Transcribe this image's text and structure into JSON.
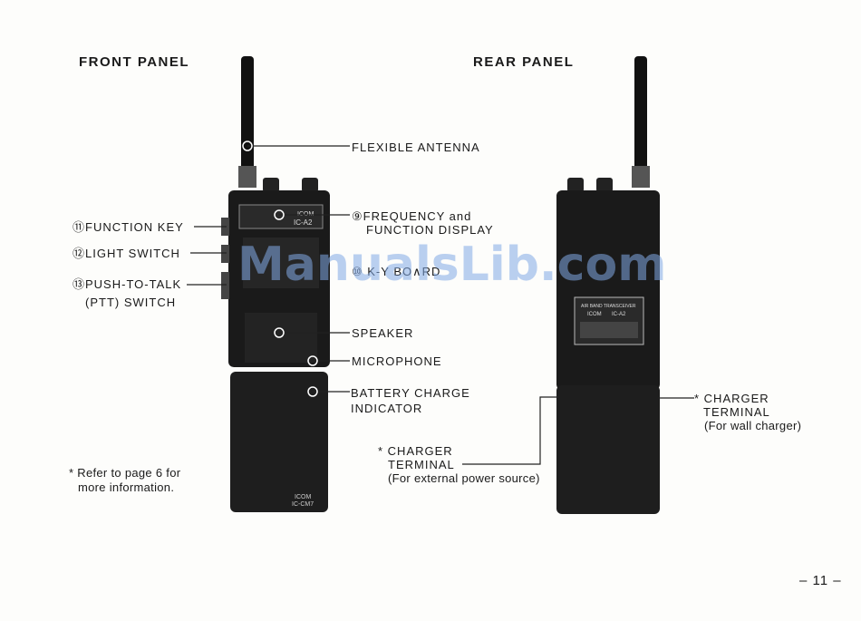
{
  "headers": {
    "front": "FRONT PANEL",
    "rear": "REAR PANEL"
  },
  "labels": {
    "antenna": "FLEXIBLE ANTENNA",
    "freq_line1": "⑨FREQUENCY and",
    "freq_line2": "FUNCTION DISPLAY",
    "keyboard": "⑩ K-Y BO∧RD",
    "function_key": "⑪FUNCTION KEY",
    "light_switch": "⑫LIGHT SWITCH",
    "ptt_line1": "⑬PUSH-TO-TALK",
    "ptt_line2": "(PTT) SWITCH",
    "speaker": "SPEAKER",
    "microphone": "MICROPHONE",
    "battery_line1": "BATTERY CHARGE",
    "battery_line2": "INDICATOR",
    "charger_ext_line1": "* CHARGER",
    "charger_ext_line2": "TERMINAL",
    "charger_ext_line3": "(For external power source)",
    "charger_wall_line1": "* CHARGER",
    "charger_wall_line2": "TERMINAL",
    "charger_wall_line3": "(For wall charger)",
    "note_line1": "* Refer to page 6 for",
    "note_line2": "more information."
  },
  "device": {
    "front_brand": "ICOM",
    "front_model": "IC-A2",
    "front_pack": "IC-CM7",
    "rear_plate_title": "AIR BAND TRANSCEIVER",
    "rear_brand": "ICOM",
    "rear_model": "IC-A2"
  },
  "watermark": "ManualsLib.com",
  "page_number": "– 11 –"
}
